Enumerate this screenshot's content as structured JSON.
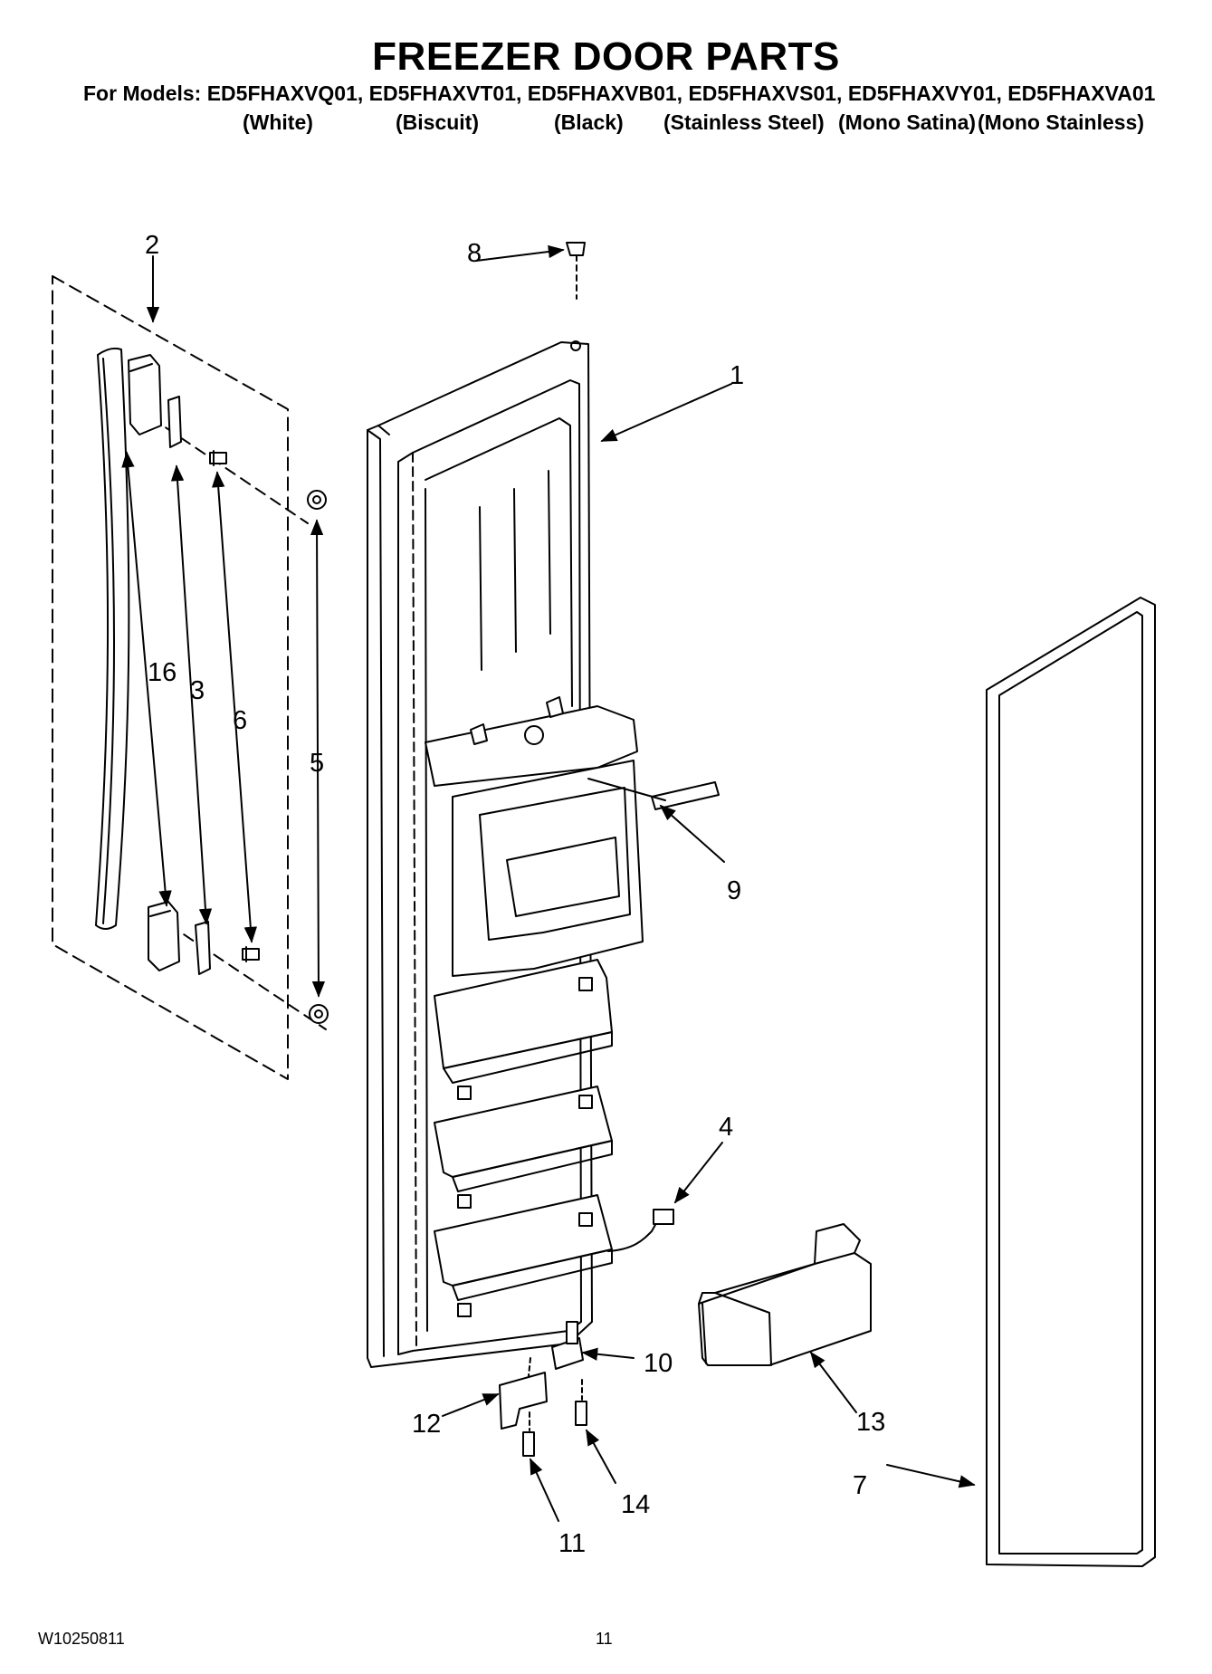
{
  "title": "FREEZER DOOR PARTS",
  "models_line": "For Models: ED5FHAXVQ01, ED5FHAXVT01, ED5FHAXVB01, ED5FHAXVS01, ED5FHAXVY01, ED5FHAXVA01",
  "colors": [
    "(White)",
    "(Biscuit)",
    "(Black)",
    "(Stainless Steel)",
    "(Mono Satina)",
    "(Mono Stainless)"
  ],
  "callouts": {
    "c1": "1",
    "c2": "2",
    "c3": "3",
    "c4": "4",
    "c5": "5",
    "c6": "6",
    "c7": "7",
    "c8": "8",
    "c9": "9",
    "c10": "10",
    "c11": "11",
    "c12": "12",
    "c13": "13",
    "c14": "14",
    "c16": "16"
  },
  "footer": {
    "doc_number": "W10250811",
    "page_number": "11"
  }
}
